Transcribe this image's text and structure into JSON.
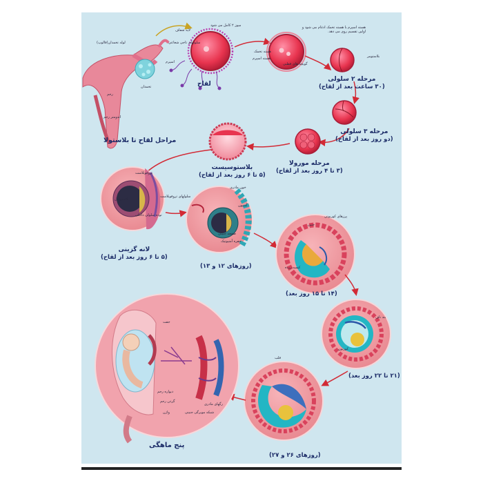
{
  "title": "مراحل لقاح تا بلاستولا",
  "stages": {
    "fertilization": {
      "title": "لقاح"
    },
    "two_cell": {
      "title": "مرحله ۲ سلولی",
      "subtitle": "(۳۰ ساعت بعد از لقاح)"
    },
    "three_cell": {
      "title": "مرحله ۳ سلولی",
      "subtitle": "(دو روز بعد از لقاح)"
    },
    "morula": {
      "title": "مرحله مورولا",
      "subtitle": "(۳ تا ۴ روز بعد از لقاح)"
    },
    "blastocyst": {
      "title": "بلاستوسیست",
      "subtitle": "(۵ تا ۶ روز بعد از لقاح)"
    },
    "implantation": {
      "title": "لانه گزینی",
      "subtitle": "(۵ تا ۶ روز بعد از لقاح)"
    },
    "days_12_13": {
      "title": "(روزهای ۱۲ و ۱۳)"
    },
    "days_14_15": {
      "title": "(۱۴ تا ۱۵ روز بعد)"
    },
    "days_21_22": {
      "title": "(۲۱ تا ۲۲ روز بعد)"
    },
    "days_26_27": {
      "title": "(روزهای ۲۶ و ۲۷)"
    },
    "five_months": {
      "title": "پنج ماهگی"
    }
  },
  "annotations": {
    "fallopian_tube": "لوله تخمدان(فالوپ)",
    "ovary": "تخمدان",
    "uterus": "رحم",
    "endometrium": "اندومتر رحم",
    "meiosis2": "میوز ۲ کامل می شود",
    "corona": "لایه شفاف",
    "granulosa": "سلولهای تاجی شعاعی",
    "sperm": "اسپرم",
    "nuclei_fusion": "هسته اسپرم با هسته تخمک ادغام می شود و اولین تقسیم روی می دهد.",
    "egg_nucleus": "هسته تخمک",
    "sperm_nucleus": "هسته اسپرم",
    "polar_bodies": "گویچه های قطبی",
    "blastomere": "بلاستومر",
    "trophoblast": "تروفوبلاست",
    "blastocoel": "بلاستوسل",
    "inner_cell_mass": "توده سلولی داخلی",
    "trophoblast_cells": "سلولهای تروفوبلاست",
    "maternal_blood": "خون مادری",
    "amnion": "آمنیون",
    "embryonic_disc": "صفحه جنینی",
    "amniotic_cavity": "حفره آمنیوتیک",
    "chorionic_villi": "پرزهای کوریونی",
    "yolk_sac": "کیسه زرده",
    "embryo": "جنین",
    "umbilical_cord": "بند ناف",
    "chorion": "کوریون",
    "heart": "قلب",
    "placenta": "جفت",
    "uterine_wall": "دیواره رحم",
    "cervix": "گردن رحم",
    "vagina": "واژن",
    "maternal_vessels": "رگهای مادری",
    "fetal_capillaries": "شبکه مویرگی جنینی"
  }
}
